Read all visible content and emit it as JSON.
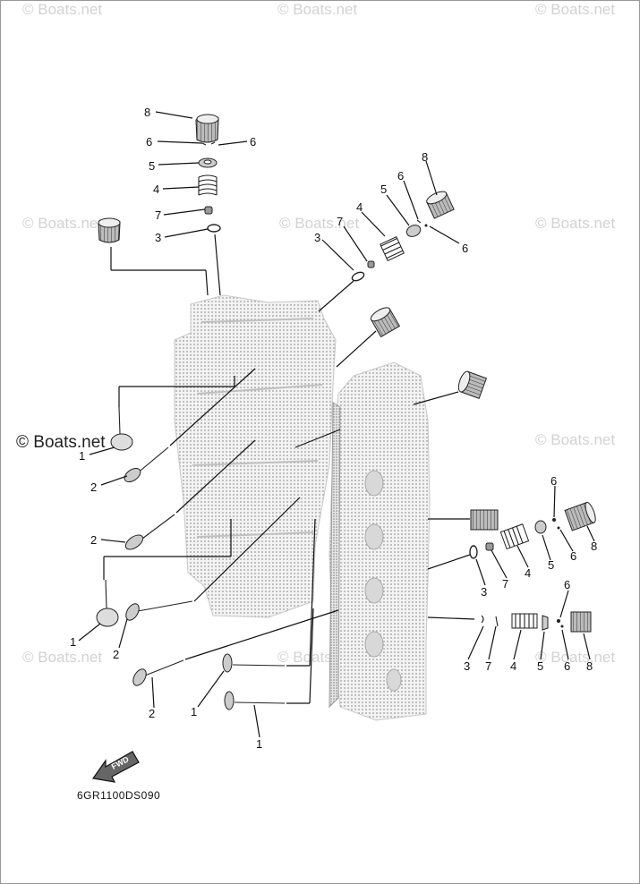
{
  "watermark": "© Boats.net",
  "diagram_code": "6GR1100DS090",
  "fwd_label": "FWD",
  "callout_numbers": {
    "n1": "1",
    "n2": "2",
    "n3": "3",
    "n4": "4",
    "n5": "5",
    "n6": "6",
    "n7": "7",
    "n8": "8"
  }
}
